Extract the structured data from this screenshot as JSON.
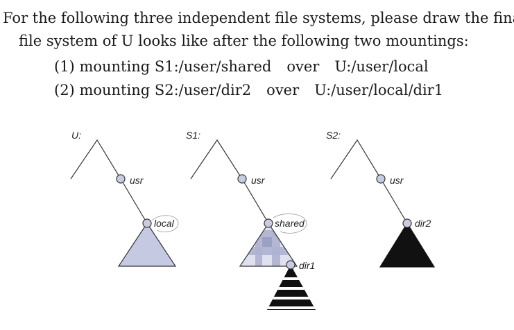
{
  "question": {
    "line1": "For the following three independent file systems, please draw the final",
    "line2": "file system of U looks like after the following two mountings:",
    "mount1": {
      "index": "(1)",
      "verb": "mounting",
      "source": "S1:/user/shared",
      "word": "over",
      "target": "U:/user/local"
    },
    "mount2": {
      "index": "(2)",
      "verb": "mounting",
      "source": "S2:/user/dir2",
      "word": "over",
      "target": "U:/user/local/dir1"
    }
  },
  "trees": {
    "u": {
      "label": "U:",
      "child": "usr",
      "leaf": "local"
    },
    "s1": {
      "label": "S1:",
      "child": "usr",
      "leaf": "shared",
      "sub": "dir1"
    },
    "s2": {
      "label": "S2:",
      "child": "usr",
      "leaf": "dir2"
    }
  },
  "colors": {
    "light_triangle": "#c5c9e2",
    "check_light": "#dfe1ef",
    "check_dark": "#aeb2d0",
    "dark_triangle": "#111111",
    "node_fill": "#c8cce0"
  }
}
